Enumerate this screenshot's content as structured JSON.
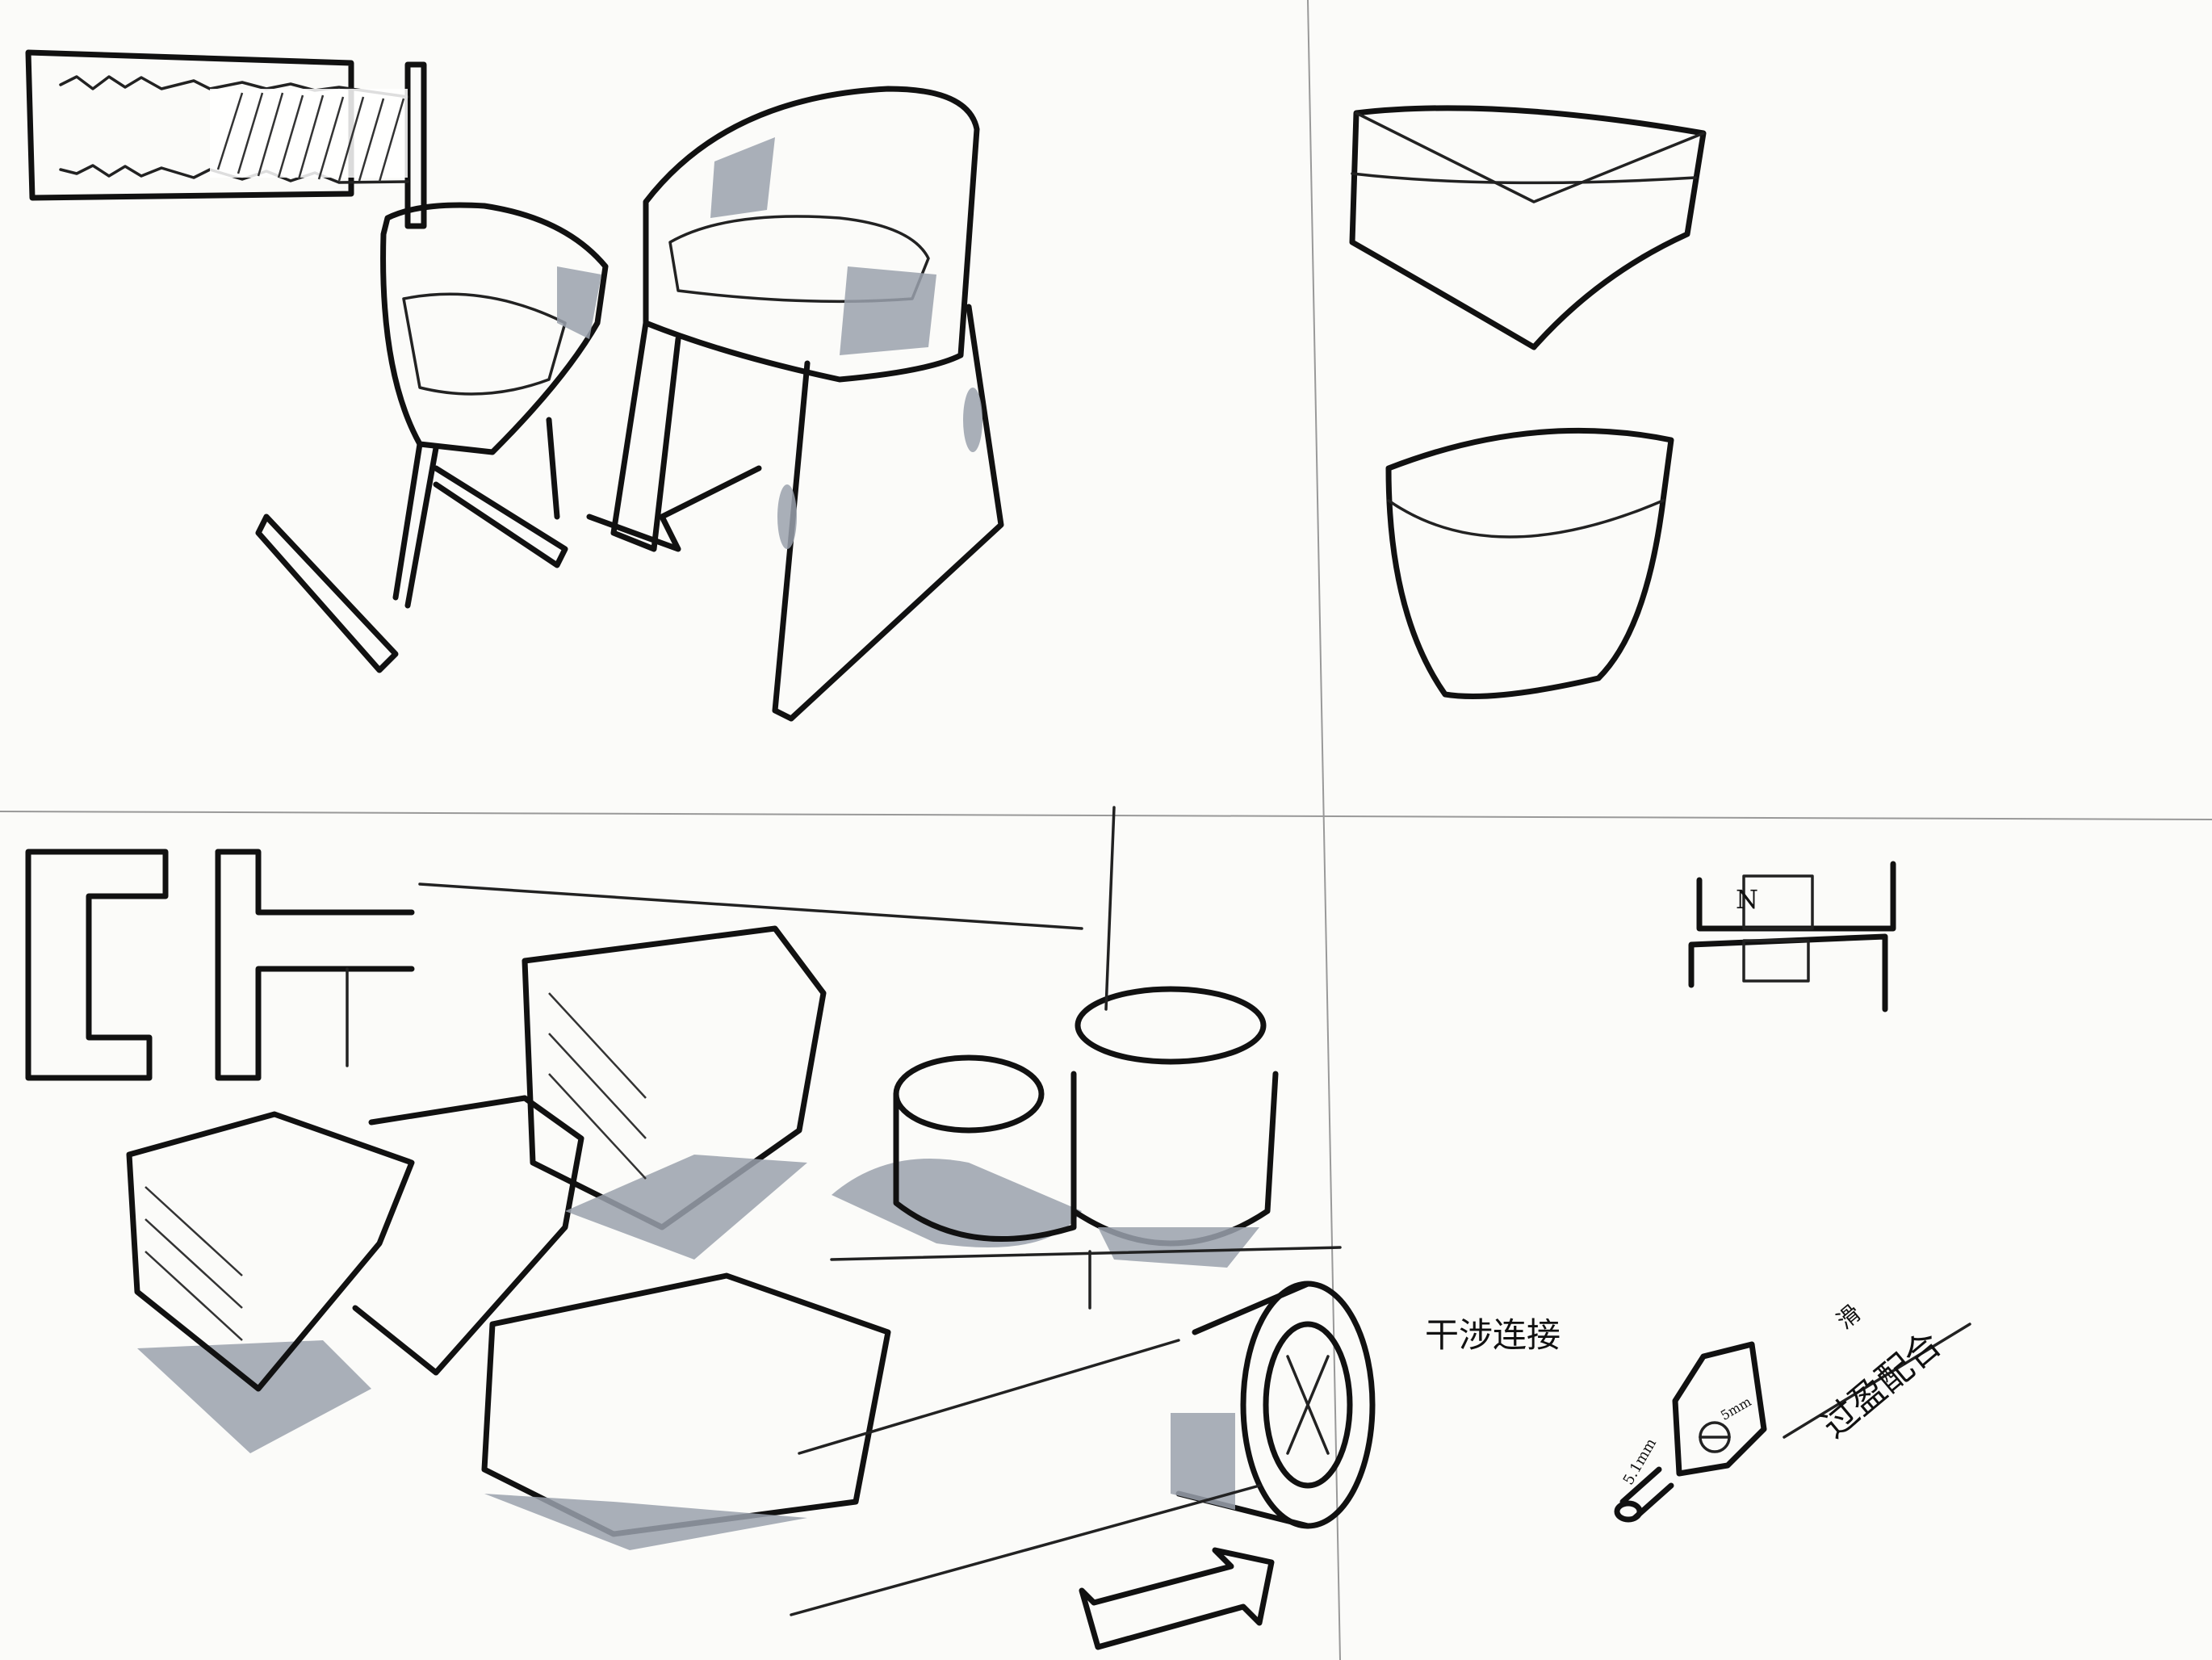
{
  "sheet": {
    "type": "product design sketch page",
    "panels": [
      {
        "id": "chair-sketches",
        "description": "Two chairs with threaded leg joint detail"
      },
      {
        "id": "box-studies",
        "description": "Two rounded box form studies"
      },
      {
        "id": "modular-blocks",
        "description": "CH interlocking blocks, cylinders and wheel"
      },
      {
        "id": "joint-notes",
        "description": "Magnet joint and press-fit annotations"
      }
    ]
  },
  "annotations": {
    "magnet_label": "N",
    "interference_label": "干涉连接",
    "press_fit_label": "过盈配合",
    "press_fit_prefix": "滑",
    "pin_diameter": "5.1mm",
    "hole_diameter": "5mm"
  },
  "colors": {
    "ink": "#111111",
    "marker_grey": "#9aa1ad",
    "paper": "#fbfbf9"
  }
}
